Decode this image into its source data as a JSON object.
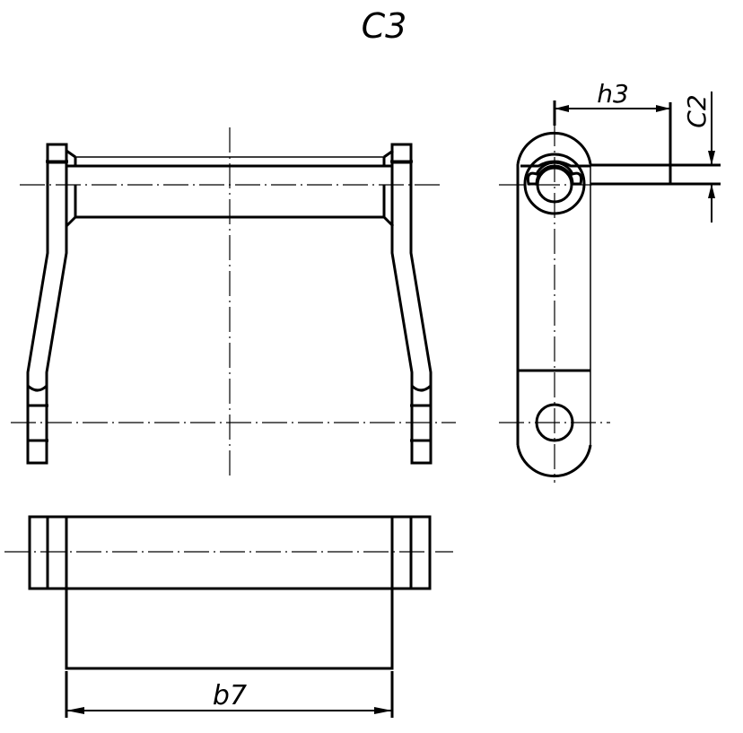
{
  "drawing": {
    "title": "C3",
    "dimensions": {
      "h3": "h3",
      "c2": "C2",
      "b7": "b7"
    },
    "colors": {
      "line": "#000000",
      "background": "#ffffff"
    },
    "views": [
      "front-view",
      "side-view",
      "top-view"
    ]
  }
}
